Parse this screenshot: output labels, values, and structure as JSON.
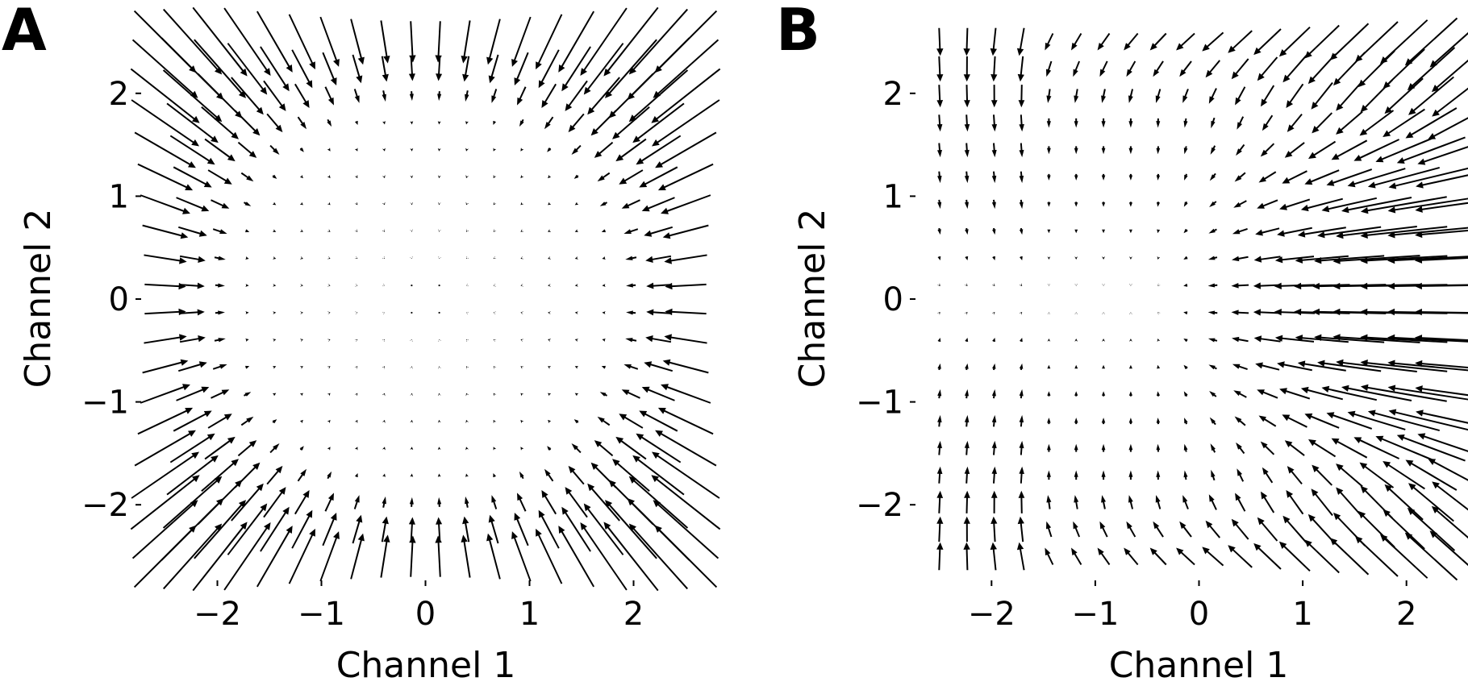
{
  "chart_data": [
    {
      "panel_label": "A",
      "type": "quiver",
      "field": "radial-inward",
      "xlabel": "Channel 1",
      "ylabel": "Channel 2",
      "xlim": [
        -2.5,
        2.5
      ],
      "ylim": [
        -2.5,
        2.5
      ],
      "xticks": [
        -2,
        -1,
        0,
        1,
        2
      ],
      "yticks": [
        -2,
        -1,
        0,
        1,
        2
      ],
      "xtick_labels": [
        "−2",
        "−1",
        "0",
        "1",
        "2"
      ],
      "ytick_labels": [
        "−2",
        "−1",
        "0",
        "1",
        "2"
      ],
      "grid_n": 20,
      "grid": false,
      "arrow_color": "#000000"
    },
    {
      "panel_label": "B",
      "type": "quiver",
      "field": "flow-toward-origin-from-right",
      "xlabel": "Channel 1",
      "ylabel": "Channel 2",
      "xlim": [
        -2.5,
        2.5
      ],
      "ylim": [
        -2.5,
        2.5
      ],
      "xticks": [
        -2,
        -1,
        0,
        1,
        2
      ],
      "yticks": [
        -2,
        -1,
        0,
        1,
        2
      ],
      "xtick_labels": [
        "−2",
        "−1",
        "0",
        "1",
        "2"
      ],
      "ytick_labels": [
        "−2",
        "−1",
        "0",
        "1",
        "2"
      ],
      "grid_n": 20,
      "grid": false,
      "arrow_color": "#000000"
    }
  ]
}
